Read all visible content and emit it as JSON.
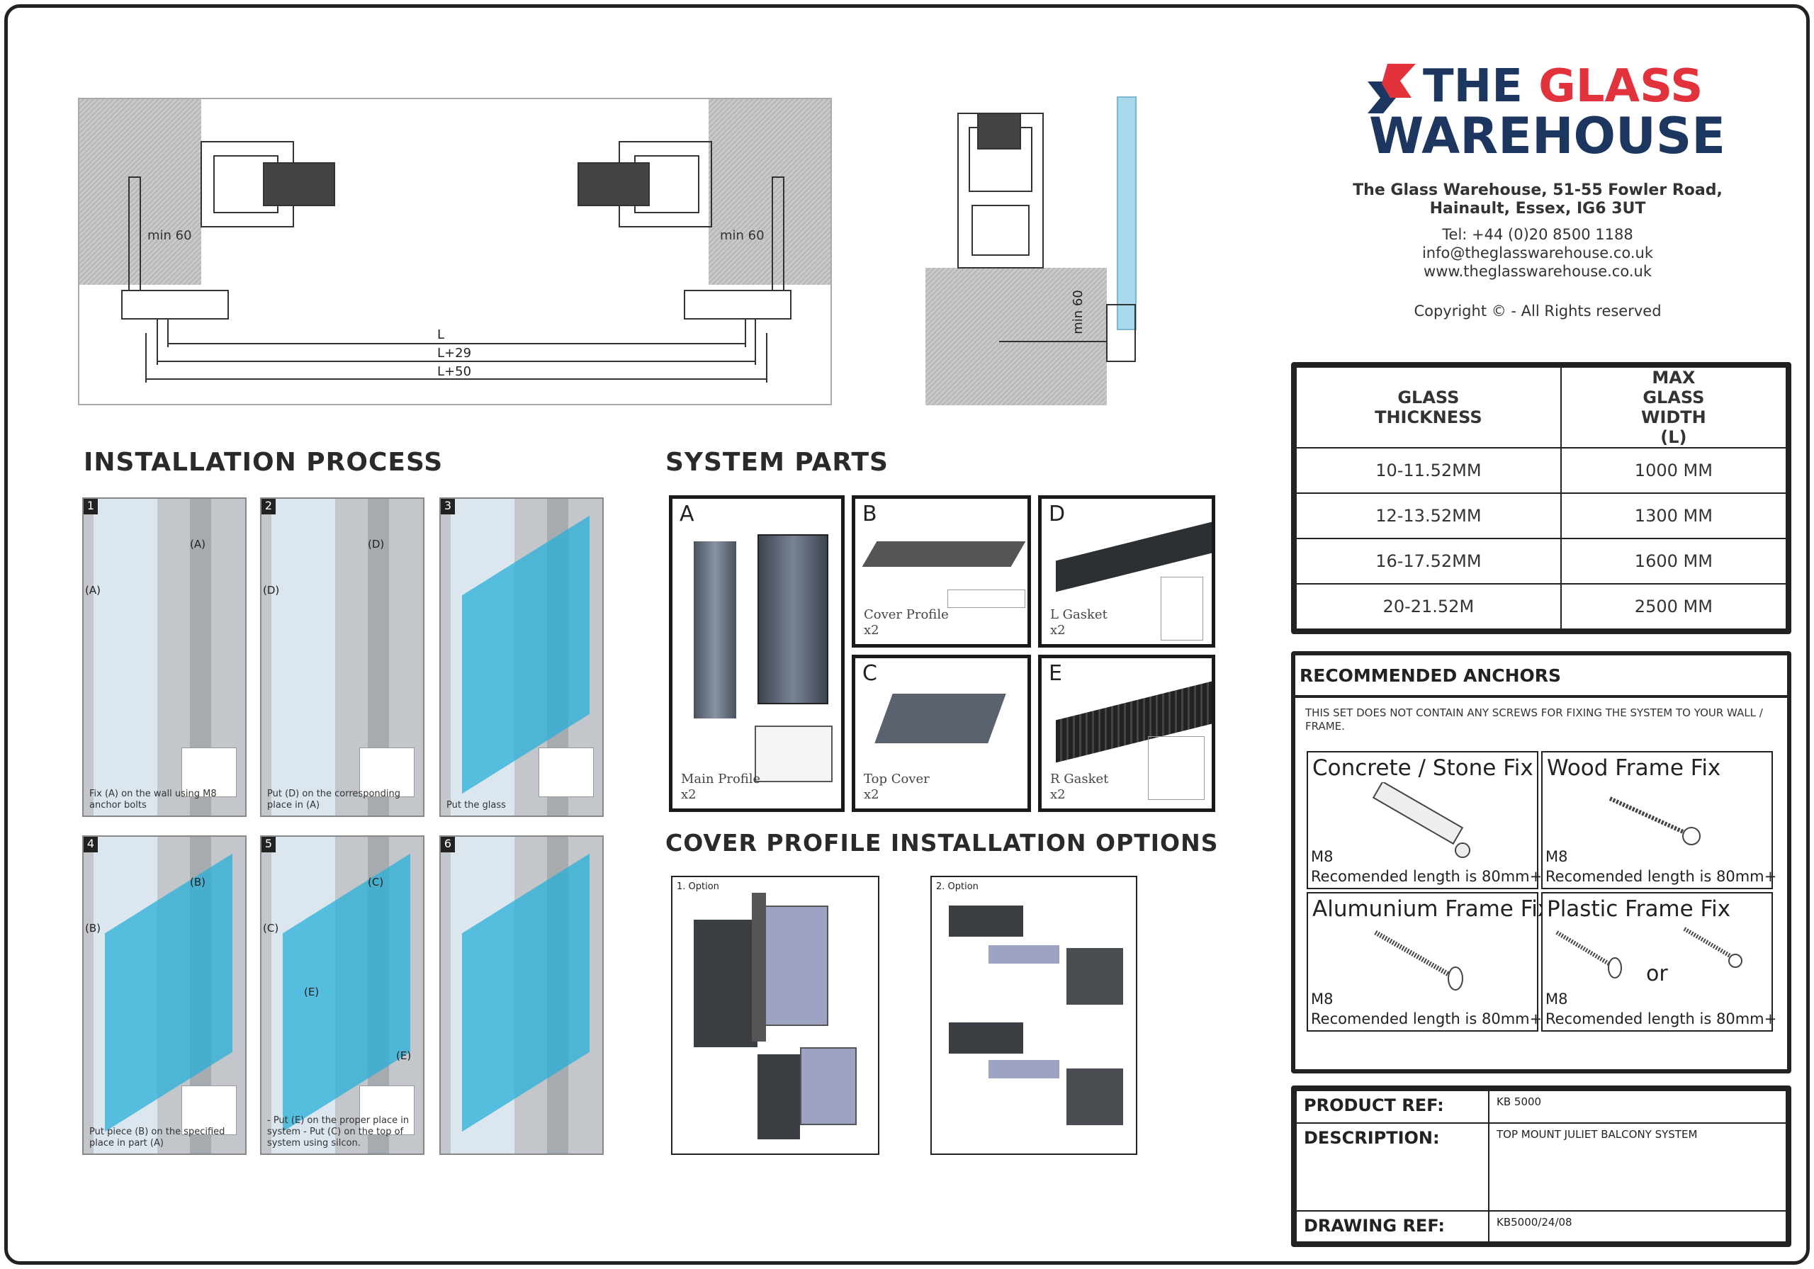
{
  "brand": {
    "line1_a": "THE",
    "line1_b": "GLASS",
    "line2": "WAREHOUSE",
    "navy": "#1c365f",
    "red": "#e2323c"
  },
  "contact": {
    "address": "The Glass Warehouse, 51-55 Fowler Road, Hainault, Essex, IG6 3UT",
    "tel": "Tel: +44 (0)20 8500 1188",
    "email": "info@theglasswarehouse.co.uk",
    "web": "www.theglasswarehouse.co.uk",
    "copyright": "Copyright © - All Rights reserved"
  },
  "plan_drawing": {
    "min_left": "min 60",
    "min_right": "min 60",
    "dim_l": "L",
    "dim_l29": "L+29",
    "dim_l50": "L+50"
  },
  "section_drawing": {
    "min": "min 60"
  },
  "glass_table": {
    "headers": [
      "GLASS THICKNESS",
      "MAX GLASS WIDTH (L)"
    ],
    "rows": [
      [
        "10-11.52MM",
        "1000 MM"
      ],
      [
        "12-13.52MM",
        "1300 MM"
      ],
      [
        "16-17.52MM",
        "1600 MM"
      ],
      [
        "20-21.52M",
        "2500 MM"
      ]
    ]
  },
  "anchors": {
    "title": "RECOMMENDED ANCHORS",
    "note": "THIS SET DOES NOT CONTAIN ANY SCREWS FOR FIXING THE SYSTEM TO YOUR WALL / FRAME.",
    "items": [
      {
        "title": "Concrete / Stone Fix",
        "size": "M8",
        "length": "Recomended length is 80mm+"
      },
      {
        "title": "Wood Frame Fix",
        "size": "M8",
        "length": "Recomended length is 80mm+"
      },
      {
        "title": "Alumunium Frame Fix",
        "size": "M8",
        "length": "Recomended length is 80mm+"
      },
      {
        "title": "Plastic Frame Fix",
        "size": "M8",
        "length": "Recomended length is 80mm+",
        "or": "or"
      }
    ]
  },
  "refs": {
    "product_label": "PRODUCT REF:",
    "product": "KB 5000",
    "desc_label": "DESCRIPTION:",
    "desc": "TOP MOUNT JULIET BALCONY SYSTEM",
    "drawing_label": "DRAWING REF:",
    "drawing": "KB5000/24/08"
  },
  "installation": {
    "title": "INSTALLATION PROCESS",
    "steps": [
      {
        "num": "1",
        "caption": "Fix (A) on the wall using M8 anchor bolts",
        "labels": [
          "(A)",
          "(A)"
        ]
      },
      {
        "num": "2",
        "caption": "Put (D) on the corresponding place in (A)",
        "labels": [
          "(D)",
          "(D)"
        ]
      },
      {
        "num": "3",
        "caption": "Put the glass"
      },
      {
        "num": "4",
        "caption": "Put piece (B) on the specified place in part (A)",
        "labels": [
          "(B)",
          "(B)"
        ]
      },
      {
        "num": "5",
        "caption": "- Put (E) on the proper place in system - Put (C) on the top of system using silcon.",
        "labels": [
          "(C)",
          "(C)",
          "(E)",
          "(E)"
        ]
      },
      {
        "num": "6",
        "caption": ""
      }
    ]
  },
  "parts": {
    "title": "SYSTEM PARTS",
    "items": [
      {
        "letter": "A",
        "name": "Main Profile",
        "qty": "x2"
      },
      {
        "letter": "B",
        "name": "Cover Profile",
        "qty": "x2"
      },
      {
        "letter": "D",
        "name": "L Gasket",
        "qty": "x2"
      },
      {
        "letter": "C",
        "name": "Top Cover",
        "qty": "x2"
      },
      {
        "letter": "E",
        "name": "R Gasket",
        "qty": "x2"
      }
    ]
  },
  "cover_options": {
    "title": "COVER PROFILE INSTALLATION OPTIONS",
    "options": [
      "1. Option",
      "2. Option"
    ]
  }
}
